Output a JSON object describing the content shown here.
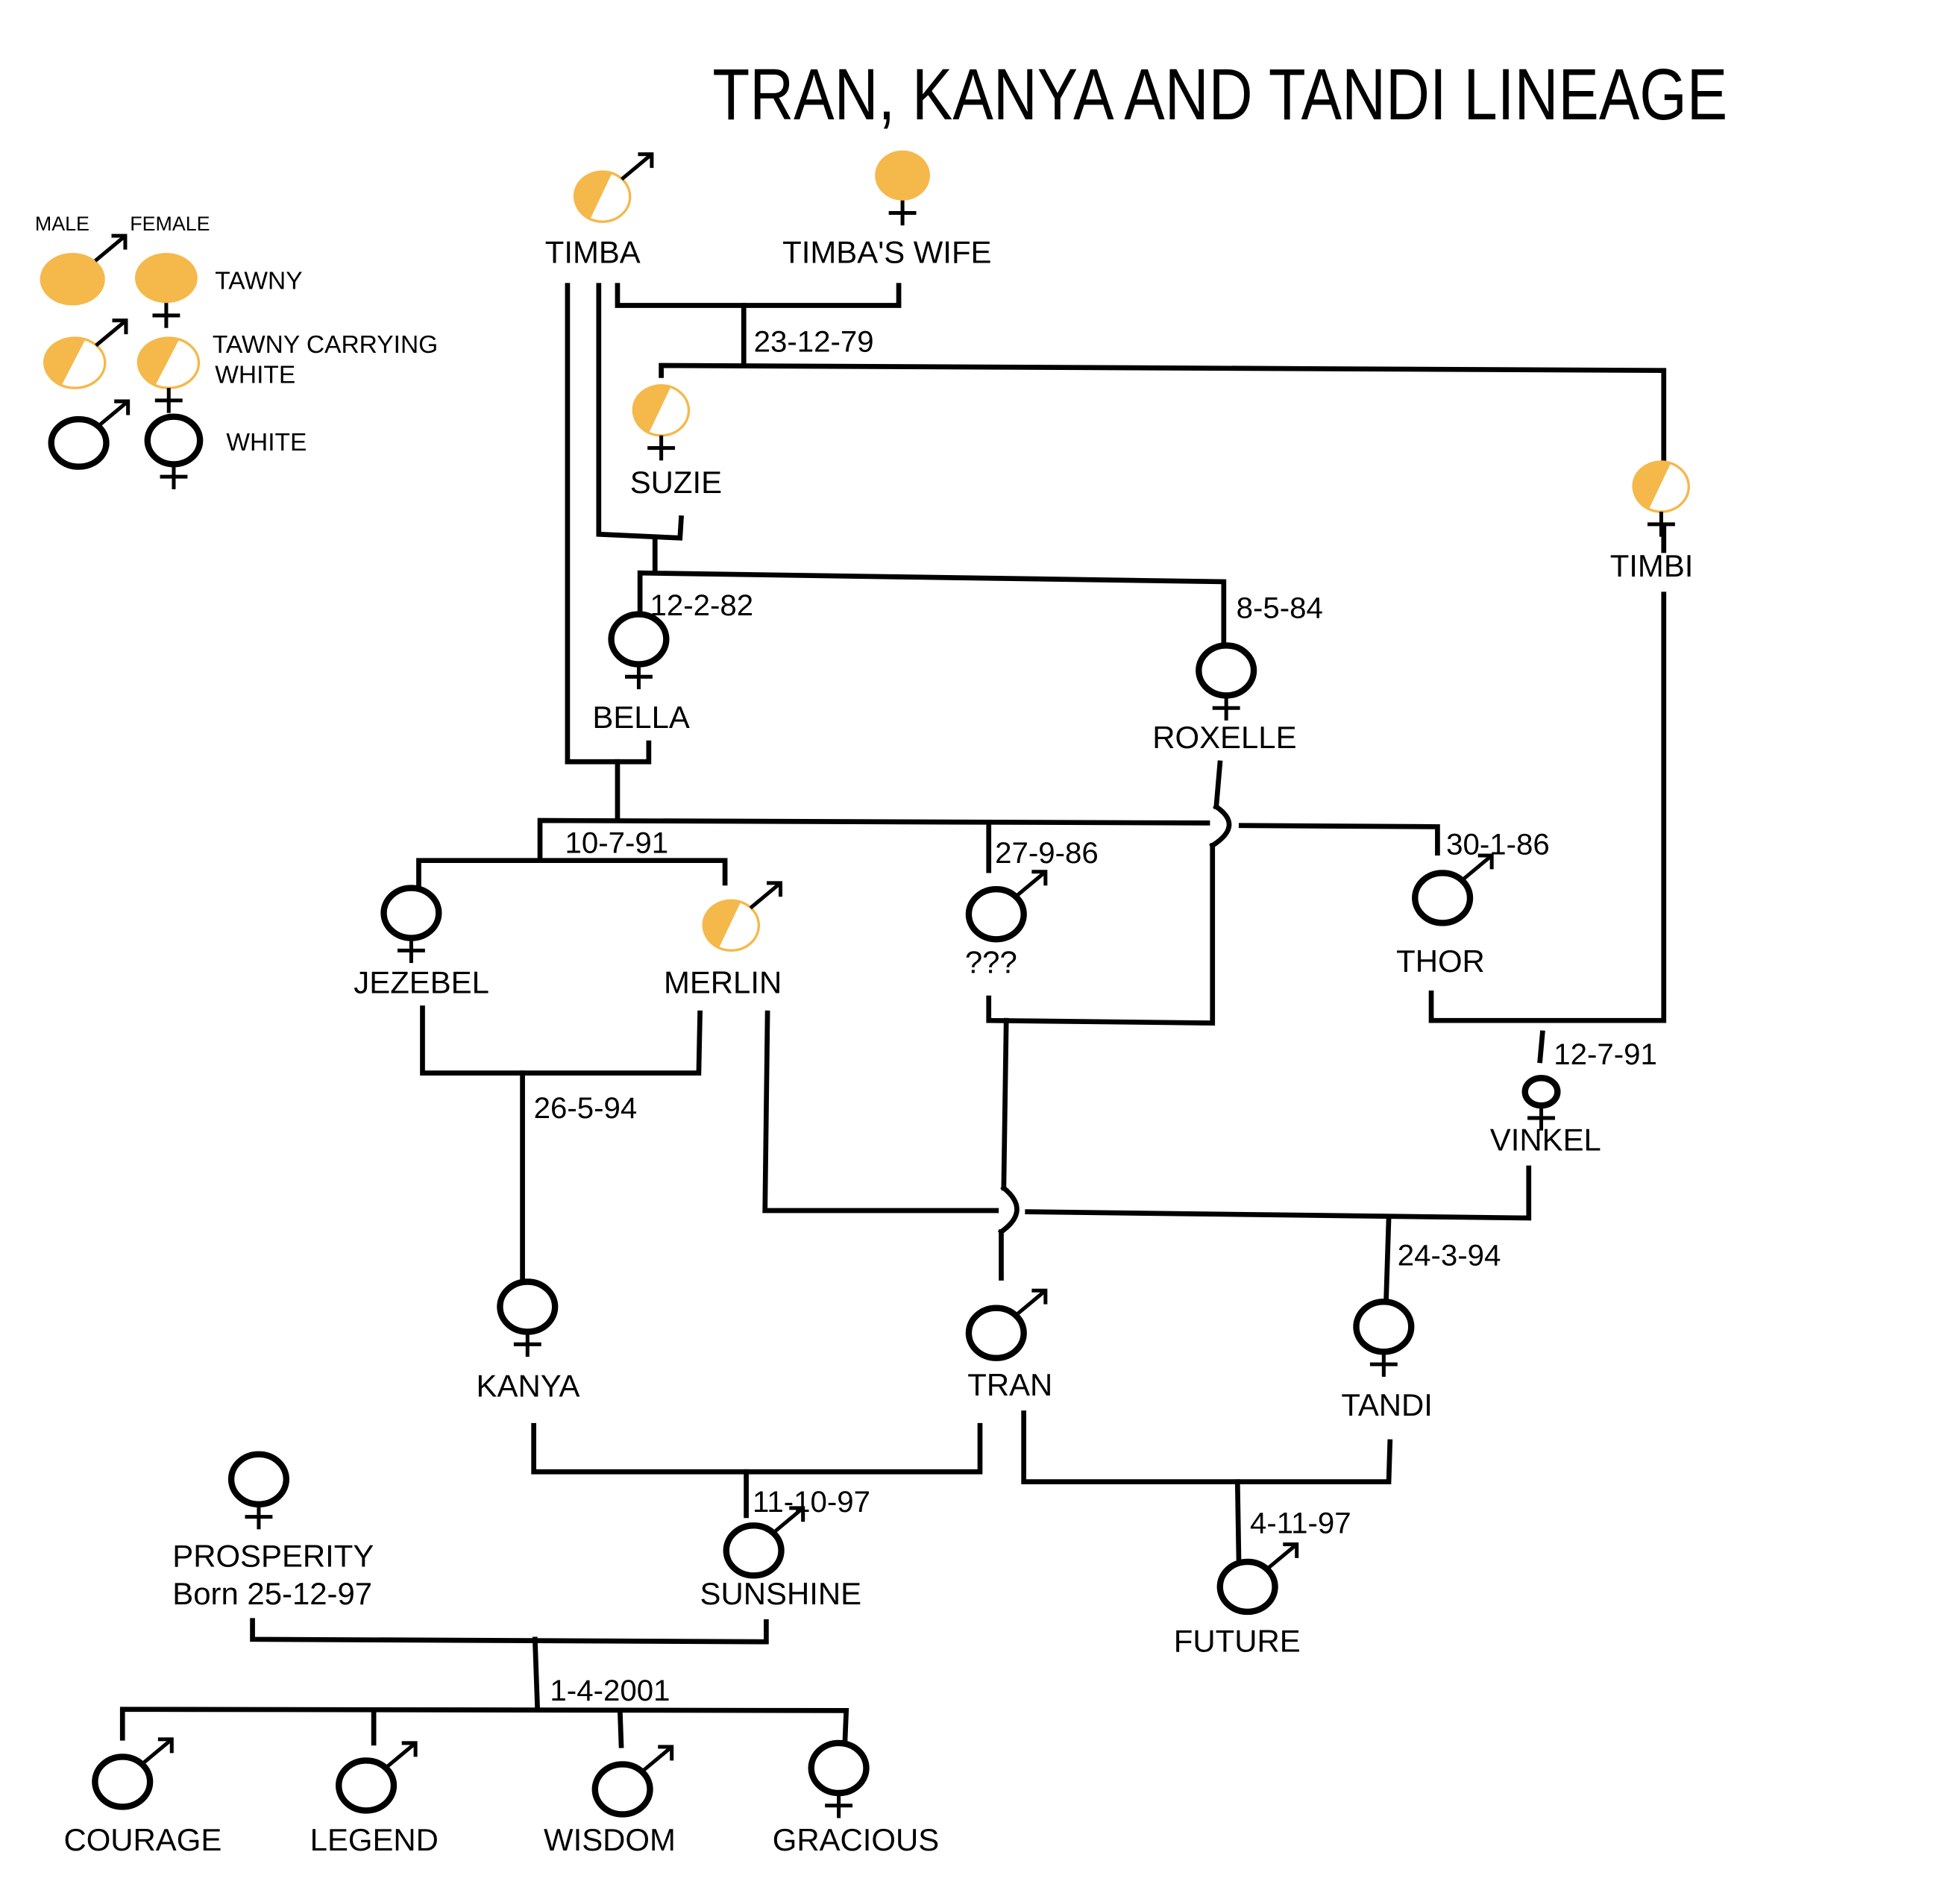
{
  "title": "TRAN, KANYA AND TANDI LINEAGE",
  "colors": {
    "tawny": "#f5b84a",
    "line": "#000000",
    "background": "#ffffff"
  },
  "legend": {
    "male_header": "MALE",
    "female_header": "FEMALE",
    "rows": [
      {
        "type": "tawny",
        "label": "TAWNY"
      },
      {
        "type": "carrier",
        "label": "TAWNY CARRYING",
        "label2": "WHITE"
      },
      {
        "type": "white",
        "label": "WHITE"
      }
    ]
  },
  "individuals": [
    {
      "id": "timba",
      "name": "TIMBA",
      "sex": "male",
      "color": "carrier"
    },
    {
      "id": "timbas-wife",
      "name": "TIMBA'S WIFE",
      "sex": "female",
      "color": "tawny"
    },
    {
      "id": "suzie",
      "name": "SUZIE",
      "sex": "female",
      "color": "carrier"
    },
    {
      "id": "timbi",
      "name": "TIMBI",
      "sex": "female",
      "color": "carrier"
    },
    {
      "id": "bella",
      "name": "BELLA",
      "sex": "female",
      "color": "white"
    },
    {
      "id": "roxelle",
      "name": "ROXELLE",
      "sex": "female",
      "color": "white"
    },
    {
      "id": "jezebel",
      "name": "JEZEBEL",
      "sex": "female",
      "color": "white"
    },
    {
      "id": "merlin",
      "name": "MERLIN",
      "sex": "male",
      "color": "carrier"
    },
    {
      "id": "unknown",
      "name": "???",
      "sex": "male",
      "color": "white"
    },
    {
      "id": "thor",
      "name": "THOR",
      "sex": "male",
      "color": "white"
    },
    {
      "id": "vinkel",
      "name": "VINKEL",
      "sex": "female",
      "color": "white"
    },
    {
      "id": "kanya",
      "name": "KANYA",
      "sex": "female",
      "color": "white"
    },
    {
      "id": "tran",
      "name": "TRAN",
      "sex": "male",
      "color": "white"
    },
    {
      "id": "tandi",
      "name": "TANDI",
      "sex": "female",
      "color": "white"
    },
    {
      "id": "prosperity",
      "name": "PROSPERITY",
      "sub": "Born 25-12-97",
      "sex": "female",
      "color": "white"
    },
    {
      "id": "sunshine",
      "name": "SUNSHINE",
      "sex": "male",
      "color": "white"
    },
    {
      "id": "future",
      "name": "FUTURE",
      "sex": "male",
      "color": "white"
    },
    {
      "id": "courage",
      "name": "COURAGE",
      "sex": "male",
      "color": "white"
    },
    {
      "id": "legend",
      "name": "LEGEND",
      "sex": "male",
      "color": "white"
    },
    {
      "id": "wisdom",
      "name": "WISDOM",
      "sex": "male",
      "color": "white"
    },
    {
      "id": "gracious",
      "name": "GRACIOUS",
      "sex": "female",
      "color": "white"
    }
  ],
  "litter_dates": [
    {
      "id": "d1",
      "date": "23-12-79",
      "parents": "TIMBA x TIMBA'S WIFE",
      "children": [
        "SUZIE",
        "TIMBI"
      ]
    },
    {
      "id": "d2",
      "date": "12-2-82",
      "parents": "TIMBA x SUZIE",
      "children": [
        "BELLA"
      ]
    },
    {
      "id": "d3",
      "date": "8-5-84",
      "parents": "TIMBA x SUZIE",
      "children": [
        "ROXELLE"
      ]
    },
    {
      "id": "d4",
      "date": "10-7-91",
      "parents": "TIMBA x BELLA",
      "children": [
        "JEZEBEL",
        "MERLIN"
      ]
    },
    {
      "id": "d5",
      "date": "27-9-86",
      "parents": "TIMBA x BELLA",
      "children": [
        "???"
      ]
    },
    {
      "id": "d6",
      "date": "30-1-86",
      "parents": "TIMBA x BELLA",
      "children": [
        "THOR"
      ]
    },
    {
      "id": "d7",
      "date": "12-7-91",
      "parents": "THOR x TIMBI",
      "children": [
        "VINKEL"
      ]
    },
    {
      "id": "d8",
      "date": "26-5-94",
      "parents": "JEZEBEL x MERLIN",
      "children": [
        "KANYA"
      ]
    },
    {
      "id": "d9",
      "date": "24-3-94",
      "parents": "MERLIN x VINKEL",
      "children": [
        "TANDI"
      ]
    },
    {
      "id": "d10",
      "date": "11-10-97",
      "parents": "KANYA x TRAN",
      "children": [
        "SUNSHINE"
      ]
    },
    {
      "id": "d11",
      "date": "4-11-97",
      "parents": "TRAN x TANDI",
      "children": [
        "FUTURE"
      ]
    },
    {
      "id": "d12",
      "date": "1-4-2001",
      "parents": "PROSPERITY x SUNSHINE",
      "children": [
        "COURAGE",
        "LEGEND",
        "WISDOM",
        "GRACIOUS"
      ]
    }
  ]
}
